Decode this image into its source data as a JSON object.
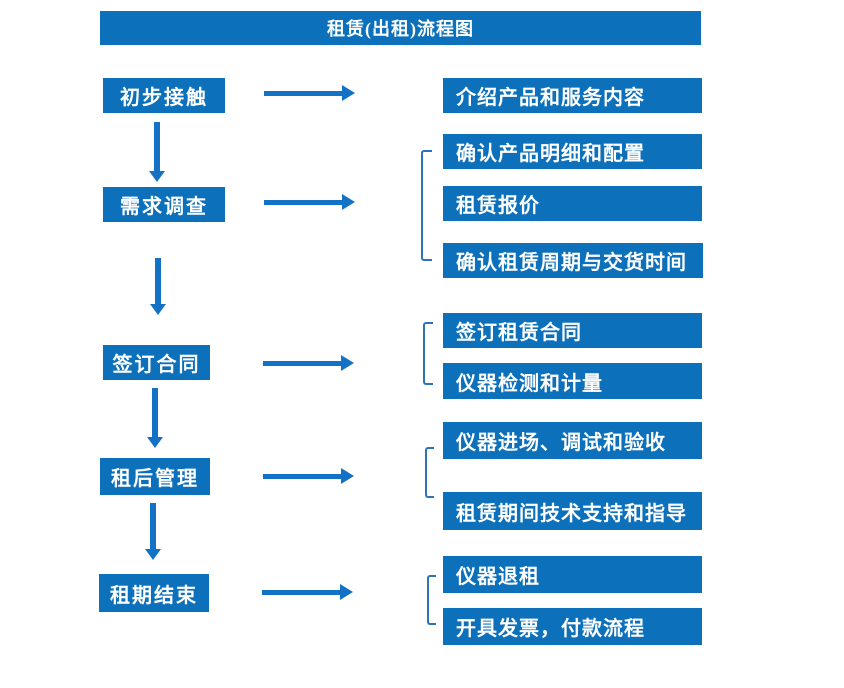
{
  "title": "租赁(出租)流程图",
  "colors": {
    "box_blue": "#0c70ba",
    "arrow_blue": "#1372c5",
    "bracket_blue": "#2e74b5",
    "text_white": "#ffffff",
    "background": "#ffffff"
  },
  "steps": [
    {
      "label": "初步接触",
      "details": [
        "介绍产品和服务内容"
      ]
    },
    {
      "label": "需求调查",
      "details": [
        "确认产品明细和配置",
        "租赁报价",
        "确认租赁周期与交货时间"
      ]
    },
    {
      "label": "签订合同",
      "details": [
        "签订租赁合同",
        "仪器检测和计量"
      ]
    },
    {
      "label": "租后管理",
      "details": [
        "仪器进场、调试和验收",
        "租赁期间技术支持和指导"
      ]
    },
    {
      "label": "租期结束",
      "details": [
        "仪器退租",
        "开具发票，付款流程"
      ]
    }
  ]
}
